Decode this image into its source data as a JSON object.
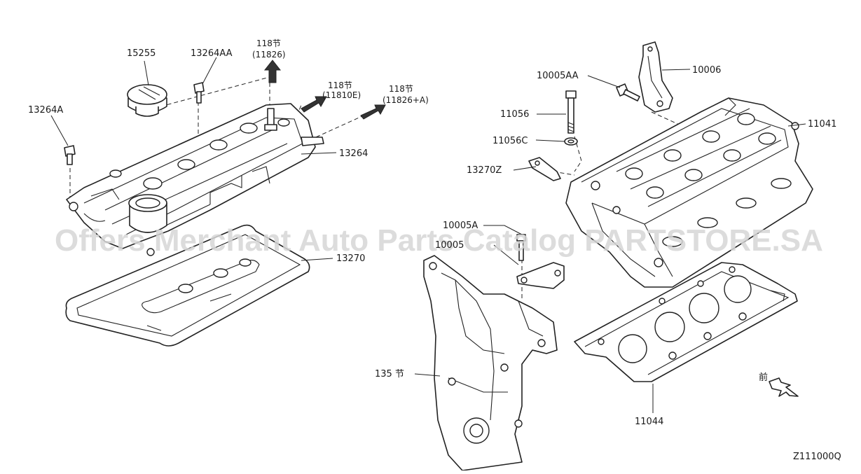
{
  "labels": {
    "p15255": "15255",
    "p13264AA": "13264AA",
    "p13264A": "13264A",
    "p118_1_a": "118节",
    "p118_1_b": "(11826)",
    "p118_2_a": "118节",
    "p118_2_b": "(11810E)",
    "p118_3_a": "118节",
    "p118_3_b": "(11826+A)",
    "p13264": "13264",
    "p13270": "13270",
    "p10005AA": "10005AA",
    "p10006": "10006",
    "p11056": "11056",
    "p11056C": "11056C",
    "p11041": "11041",
    "p13270Z": "13270Z",
    "p10005A": "10005A",
    "p10005": "10005",
    "p135": "135 节",
    "p11044": "11044",
    "front": "前",
    "code": "Z111000Q"
  },
  "watermark": "Offers Merchant Auto Parts Catalog PARTSTORE.SA",
  "colors": {
    "line": "#222222",
    "watermark": "#d6d6d6"
  }
}
